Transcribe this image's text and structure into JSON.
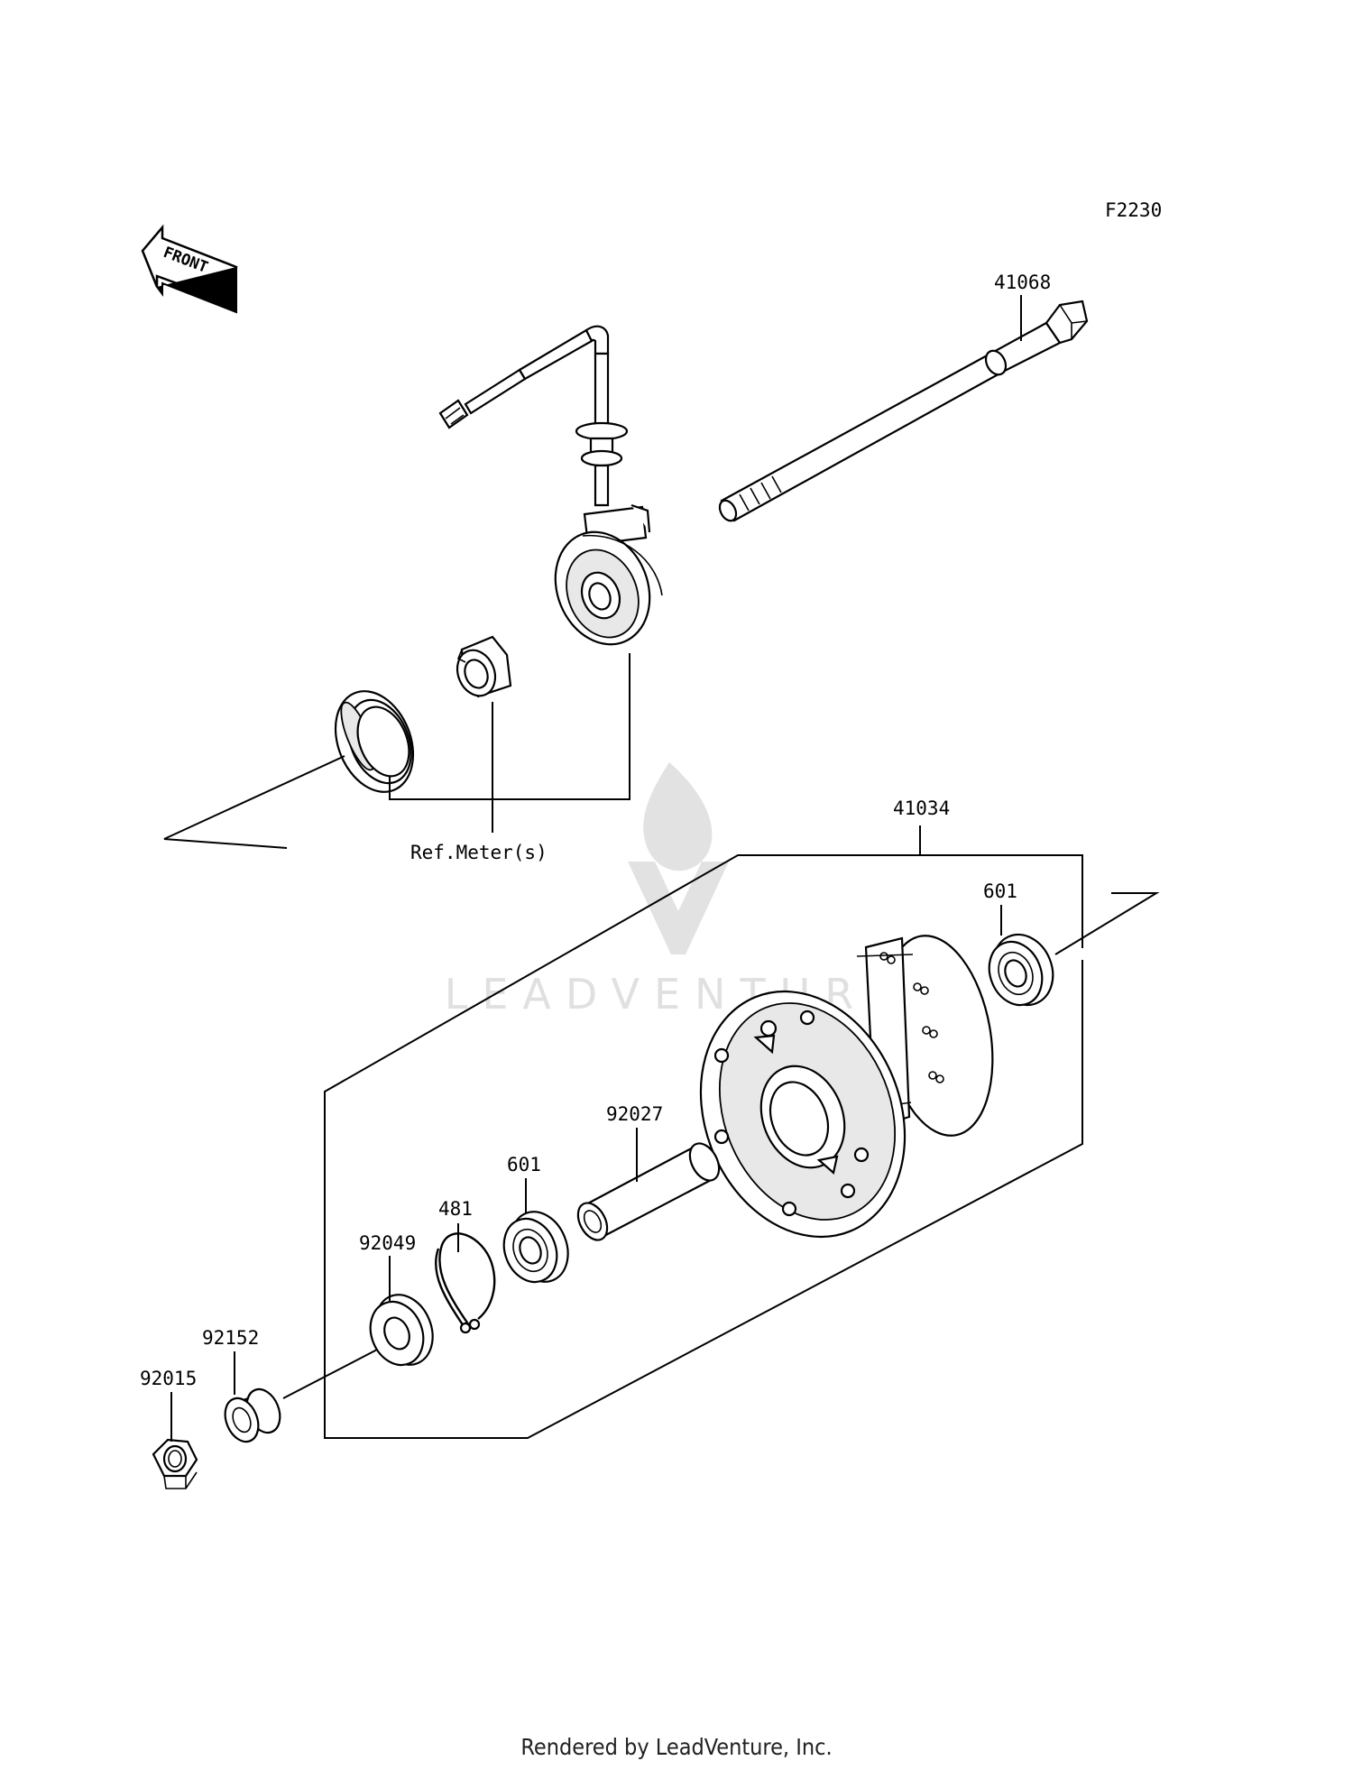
{
  "diagram_code": "F2230",
  "front_arrow_label": "FRONT",
  "reference_label": "Ref.Meter(s)",
  "watermark_text": "LEADVENTURE",
  "footer_text": "Rendered by LeadVenture, Inc.",
  "part_labels": {
    "axle": "41068",
    "hub": "41034",
    "bearing_right": "601",
    "bearing_left": "601",
    "spacer": "92027",
    "circlip": "481",
    "collar": "92049",
    "bushing": "92152",
    "nut": "92015"
  },
  "icons": {
    "front_arrow": "front-arrow-icon",
    "watermark_logo": "leadventure-logo-icon"
  }
}
